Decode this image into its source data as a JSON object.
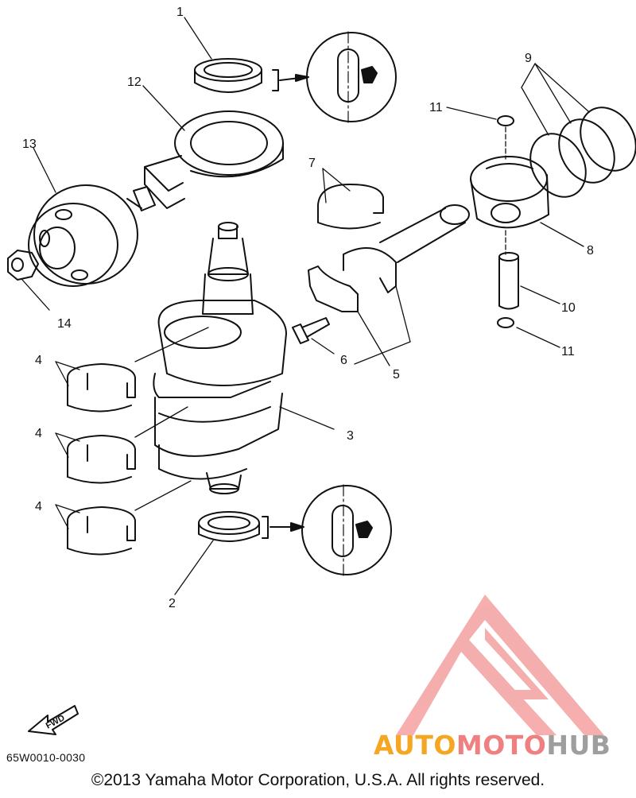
{
  "callouts": [
    "1",
    "2",
    "3",
    "4",
    "4",
    "4",
    "5",
    "6",
    "7",
    "8",
    "9",
    "10",
    "11",
    "11",
    "12",
    "13",
    "14"
  ],
  "fwd_label": "FWD",
  "diagram_code": "65W0010-0030",
  "copyright": "©2013 Yamaha Motor Corporation, U.S.A. All rights reserved.",
  "watermark": {
    "part1": "AUTO",
    "part2": "MOTO",
    "part3": "HUB",
    "colors": {
      "auto": "#f5a623",
      "moto": "#f08080",
      "hub": "#9e9e9e"
    }
  }
}
